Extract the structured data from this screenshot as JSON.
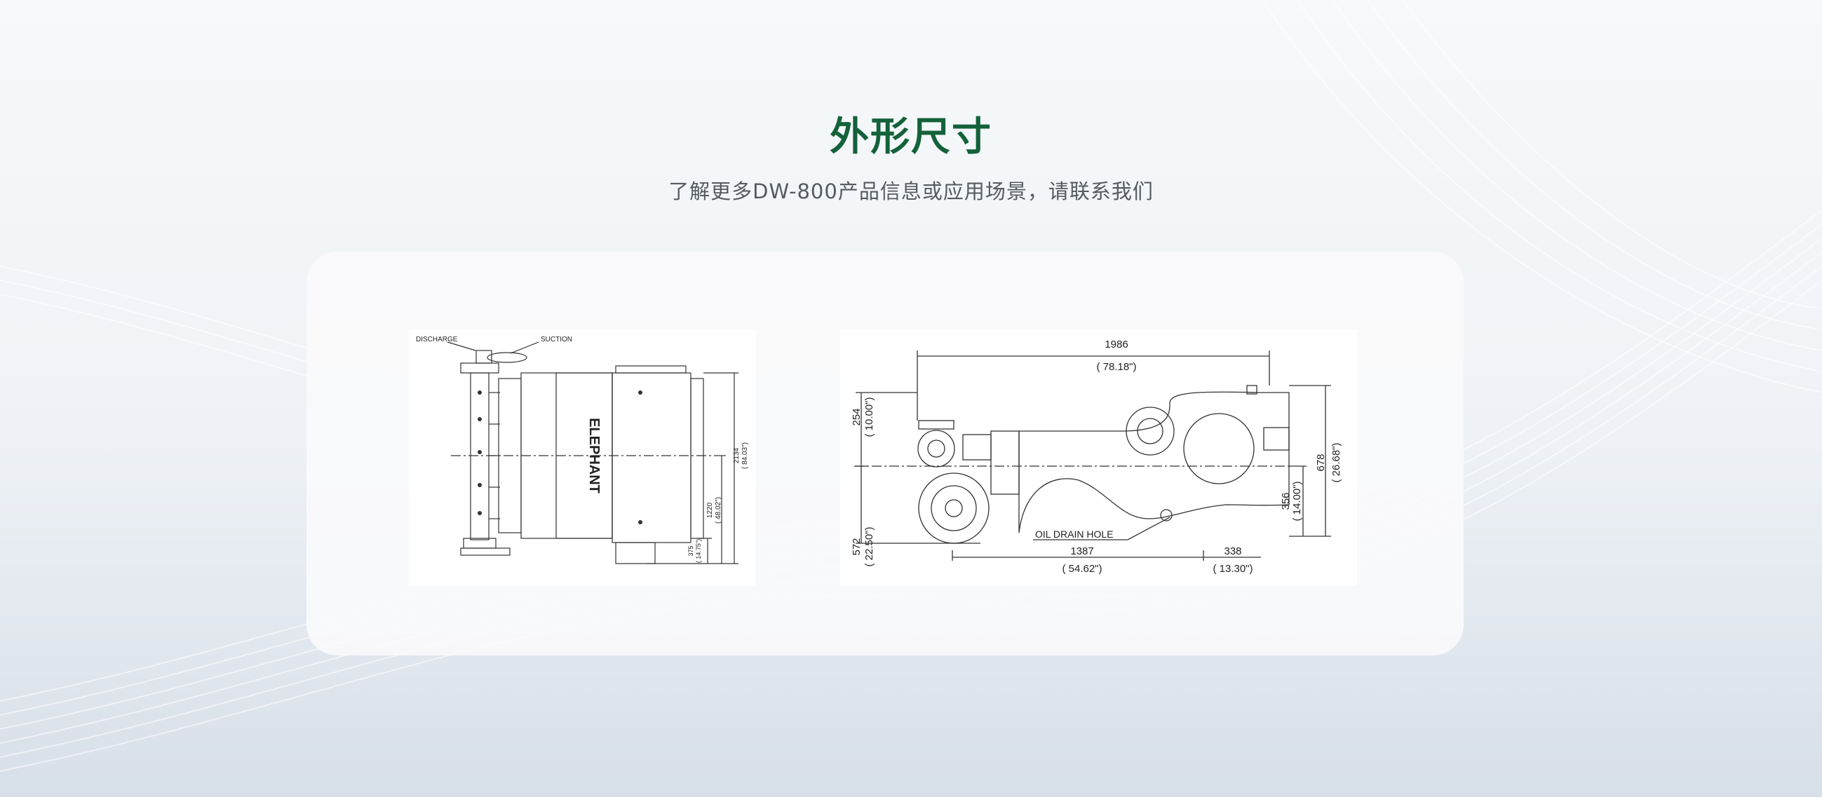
{
  "colors": {
    "title": "#14623a",
    "subtitle": "#555a60",
    "card": "#fafbfc",
    "background": "#eef2f6"
  },
  "header": {
    "title": "外形尺寸",
    "subtitle": "了解更多DW-800产品信息或应用场景，请联系我们"
  },
  "side_view": {
    "label_discharge": "DISCHARGE",
    "label_suction": "SUCTION",
    "brand": "ELEPHANT",
    "dim_2134": "2134",
    "dim_2134_in": "( 84.03\")",
    "dim_1220": "1220",
    "dim_1220_in": "( 48.02\")",
    "dim_375": "375",
    "dim_375_in": "( 14.75\")"
  },
  "front_view": {
    "dim_1986": "1986",
    "dim_1986_in": "( 78.18\")",
    "dim_254": "254",
    "dim_254_in": "( 10.00\")",
    "dim_572": "572",
    "dim_572_in": "( 22.50\")",
    "dim_1387": "1387",
    "dim_1387_in": "( 54.62\")",
    "dim_338": "338",
    "dim_338_in": "( 13.30\")",
    "dim_356": "356",
    "dim_356_in": "( 14.00\")",
    "dim_678": "678",
    "dim_678_in": "( 26.68\")",
    "label_oil_drain": "OIL DRAIN HOLE"
  }
}
